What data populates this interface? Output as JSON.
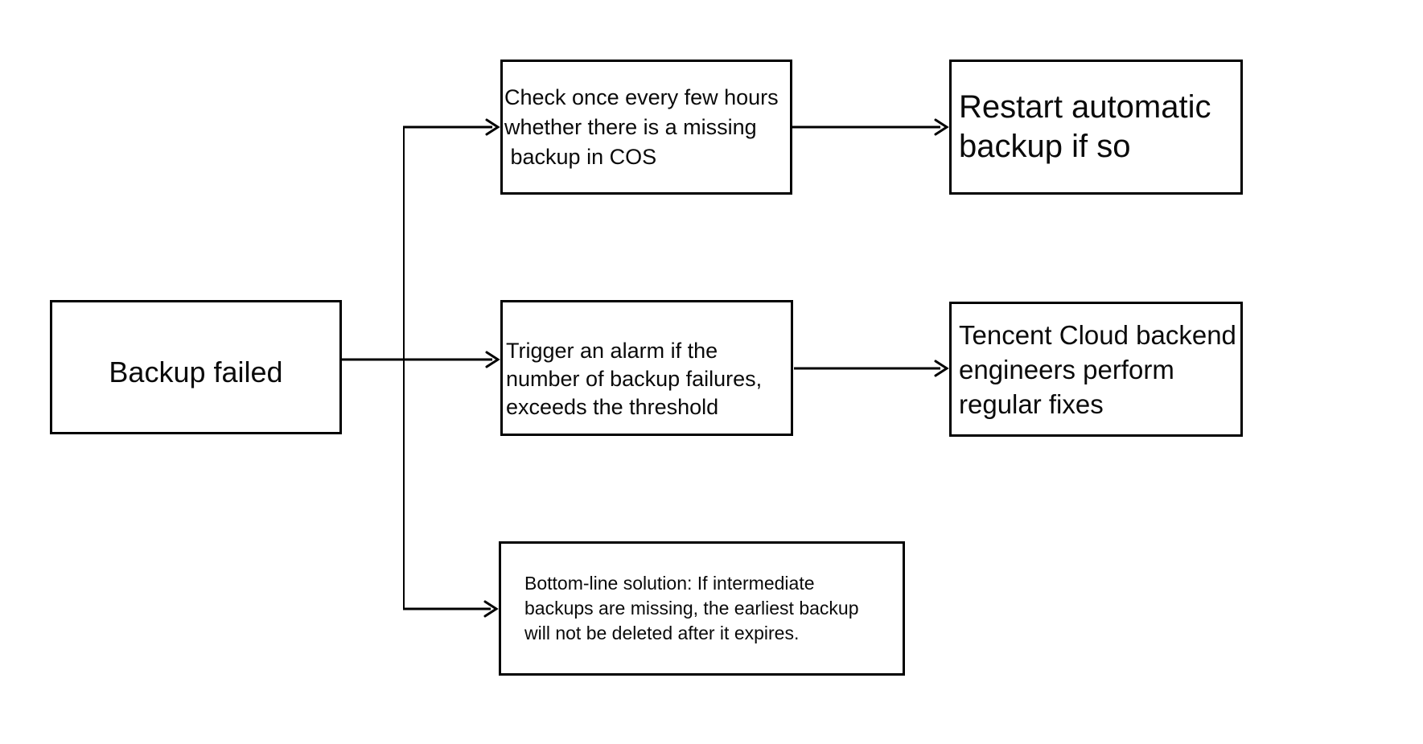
{
  "page": {
    "background_color": "#ffffff",
    "line_color": "#000000",
    "text_color": "#0a0a0a"
  },
  "flowchart": {
    "nodes": {
      "backup_failed": {
        "label": "Backup failed"
      },
      "check_cos": {
        "label": "Check once every few hours\nwhether there is a missing\n backup in COS"
      },
      "restart_backup": {
        "label": "Restart automatic\nbackup if so"
      },
      "trigger_alarm": {
        "label": "Trigger an alarm if the\nnumber of backup failures,\nexceeds the threshold"
      },
      "tencent_fix": {
        "label": "Tencent Cloud backend\nengineers perform\nregular fixes"
      },
      "bottom_line": {
        "label": "Bottom-line solution: If intermediate\nbackups are missing, the earliest backup\nwill not be deleted after it expires."
      }
    },
    "edges": [
      {
        "from": "backup_failed",
        "to": "check_cos"
      },
      {
        "from": "backup_failed",
        "to": "trigger_alarm"
      },
      {
        "from": "backup_failed",
        "to": "bottom_line"
      },
      {
        "from": "check_cos",
        "to": "restart_backup"
      },
      {
        "from": "trigger_alarm",
        "to": "tencent_fix"
      }
    ]
  }
}
